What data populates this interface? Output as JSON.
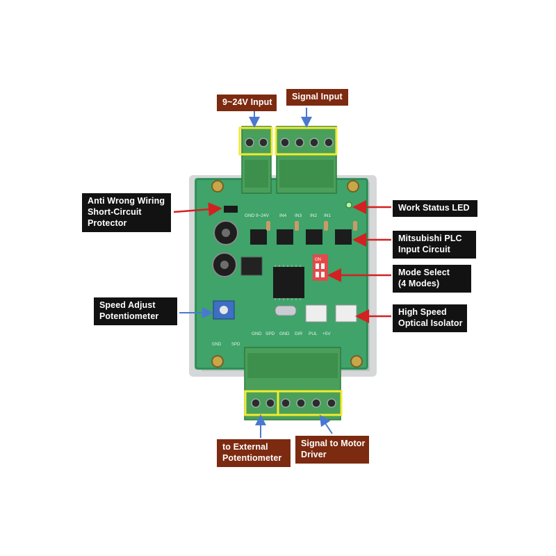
{
  "labels": {
    "power_input": "9~24V Input",
    "signal_input": "Signal Input",
    "anti_wrong_1": "Anti Wrong Wiring",
    "anti_wrong_2": "Short-Circuit",
    "anti_wrong_3": "Protector",
    "work_status": "Work Status LED",
    "plc_1": "Mitsubishi PLC",
    "plc_2": "Input Circuit",
    "mode_1": "Mode Select",
    "mode_2": "(4 Modes)",
    "speed_1": "Speed Adjust",
    "speed_2": "Potentiometer",
    "opto_1": "High Speed",
    "opto_2": "Optical Isolator",
    "ext_1": "to External",
    "ext_2": "Potentiometer",
    "motor_1": "Signal to Motor",
    "motor_2": "Driver"
  },
  "colors": {
    "arrow_red": "#d42020",
    "arrow_blue": "#4a78d0",
    "highlight_yellow": "#f2ea30",
    "pcb_green": "#3fa36a",
    "terminal_green": "#4aa05a",
    "label_dark": "#121212",
    "label_brown": "#7c2a10"
  },
  "board": {
    "top_pins": [
      "GND",
      "9~24V",
      "IN4",
      "IN3",
      "IN2",
      "IN1"
    ],
    "bottom_pins": [
      "GND",
      "SPD",
      "GND",
      "DIR",
      "PUL",
      "+5V"
    ],
    "pot_label": "GND",
    "pot_label_2": "SPD",
    "dip_label": "ON"
  }
}
